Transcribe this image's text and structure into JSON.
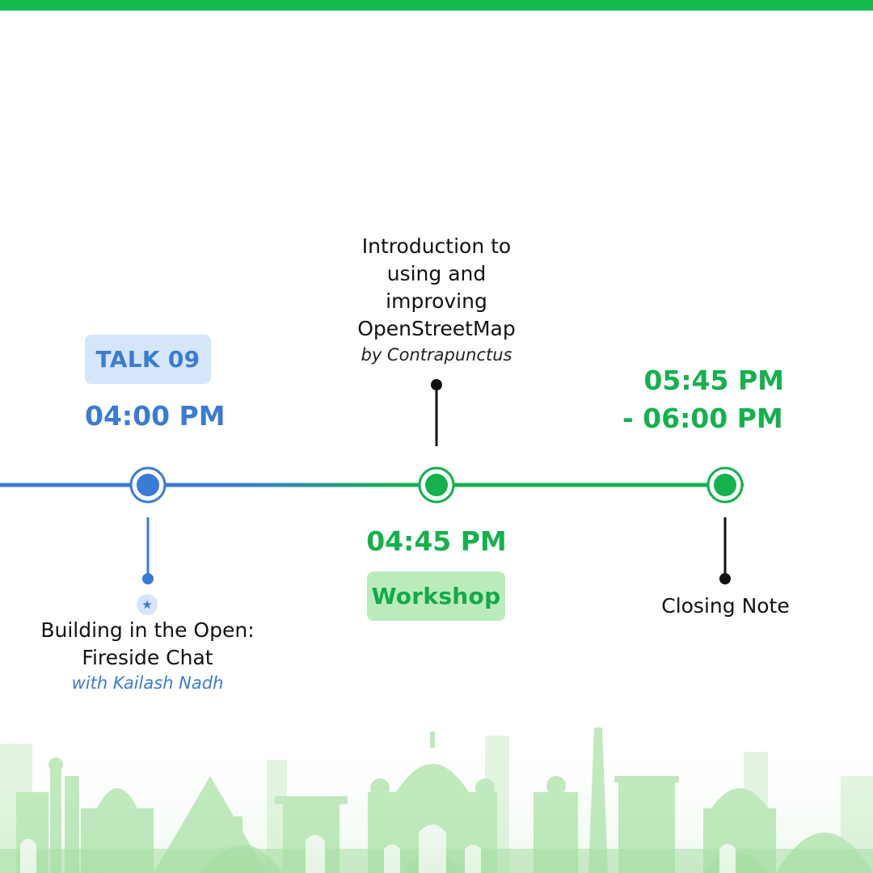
{
  "colors": {
    "brand_green": "#12b94c",
    "accent_blue": "#3a7bd5",
    "badge_blue_bg": "#d5e6fb",
    "badge_green_bg": "#b9ecba",
    "skyline_green": "#bfe9bd"
  },
  "events": {
    "talk09": {
      "badge": "TALK 09",
      "time": "04:00 PM",
      "title_line1": "Building in the Open:",
      "title_line2": "Fireside Chat",
      "byline": "with Kailash Nadh",
      "icon": "star-icon"
    },
    "workshop": {
      "title_line1": "Introduction to",
      "title_line2": "using and",
      "title_line3": "improving",
      "title_line4": "OpenStreetMap",
      "byline": "by Contrapunctus",
      "time": "04:45 PM",
      "badge": "Workshop"
    },
    "closing": {
      "time_line1": "05:45 PM",
      "time_line2": "- 06:00 PM",
      "title": "Closing Note"
    }
  }
}
